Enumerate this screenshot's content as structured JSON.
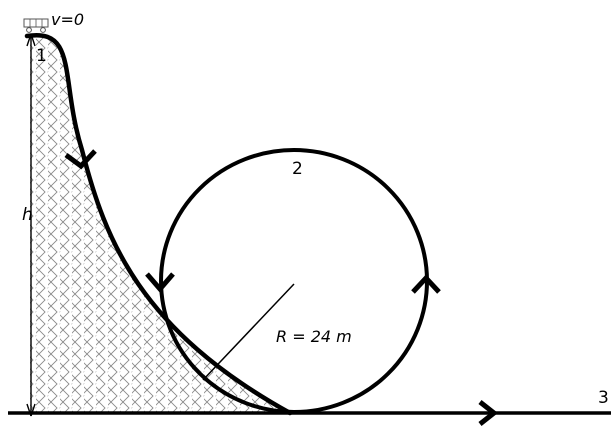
{
  "labels": {
    "velocity": "v=0",
    "point1": "1",
    "point2": "2",
    "point3": "3",
    "height": "h",
    "radius": "R = 24 m"
  },
  "colors": {
    "line": "#000000",
    "hatch": "#8a8a8a",
    "background": "#ffffff"
  },
  "icons": {
    "cart": "cart-icon",
    "arrows": "chevron-arrow-icon"
  }
}
